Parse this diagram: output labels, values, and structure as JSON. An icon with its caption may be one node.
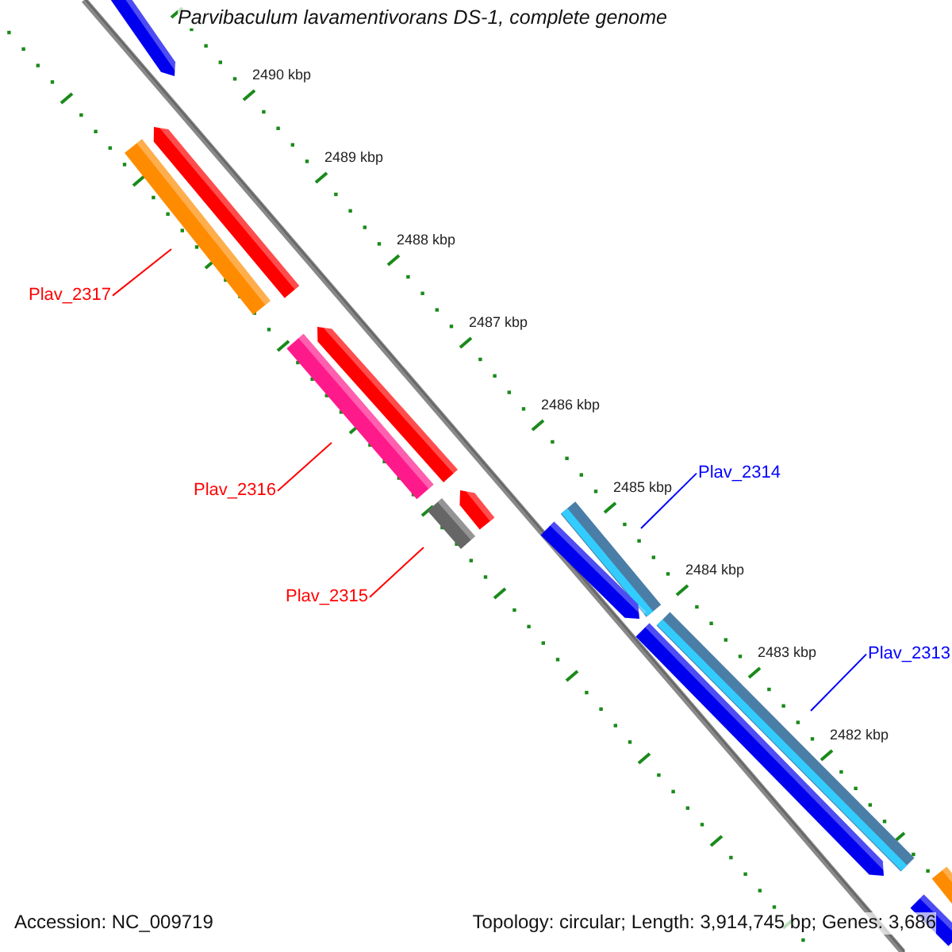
{
  "diagram": {
    "title": "Parvibaculum lavamentivorans DS-1, complete genome",
    "nodes": [
      {
        "text": [
          "Plav_2317"
        ]
      },
      {
        "text": [
          "Plav_2316"
        ]
      },
      {
        "text": [
          "Plav_2315"
        ]
      },
      {
        "text": [
          "Plav_2314"
        ]
      },
      {
        "text": [
          "Plav_2313"
        ]
      }
    ],
    "edges": [
      {
        "from": 0,
        "to": null,
        "arrow": "none"
      },
      {
        "from": 1,
        "to": null,
        "arrow": "none"
      },
      {
        "from": 2,
        "to": null,
        "arrow": "none"
      },
      {
        "from": 3,
        "to": null,
        "arrow": "none",
        "color": "#0000ff"
      },
      {
        "from": 4,
        "to": null,
        "arrow": "none",
        "color": "#0000ff"
      }
    ],
    "labels": [
      "2490 kbp",
      "2489 kbp",
      "2488 kbp",
      "2487 kbp",
      "2486 kbp",
      "2485 kbp",
      "2484 kbp",
      "2483 kbp",
      "2482 kbp",
      "Accession: NC_009719",
      "Topology: circular; Length: 3,914,745 bp; Genes: 3,686"
    ]
  }
}
